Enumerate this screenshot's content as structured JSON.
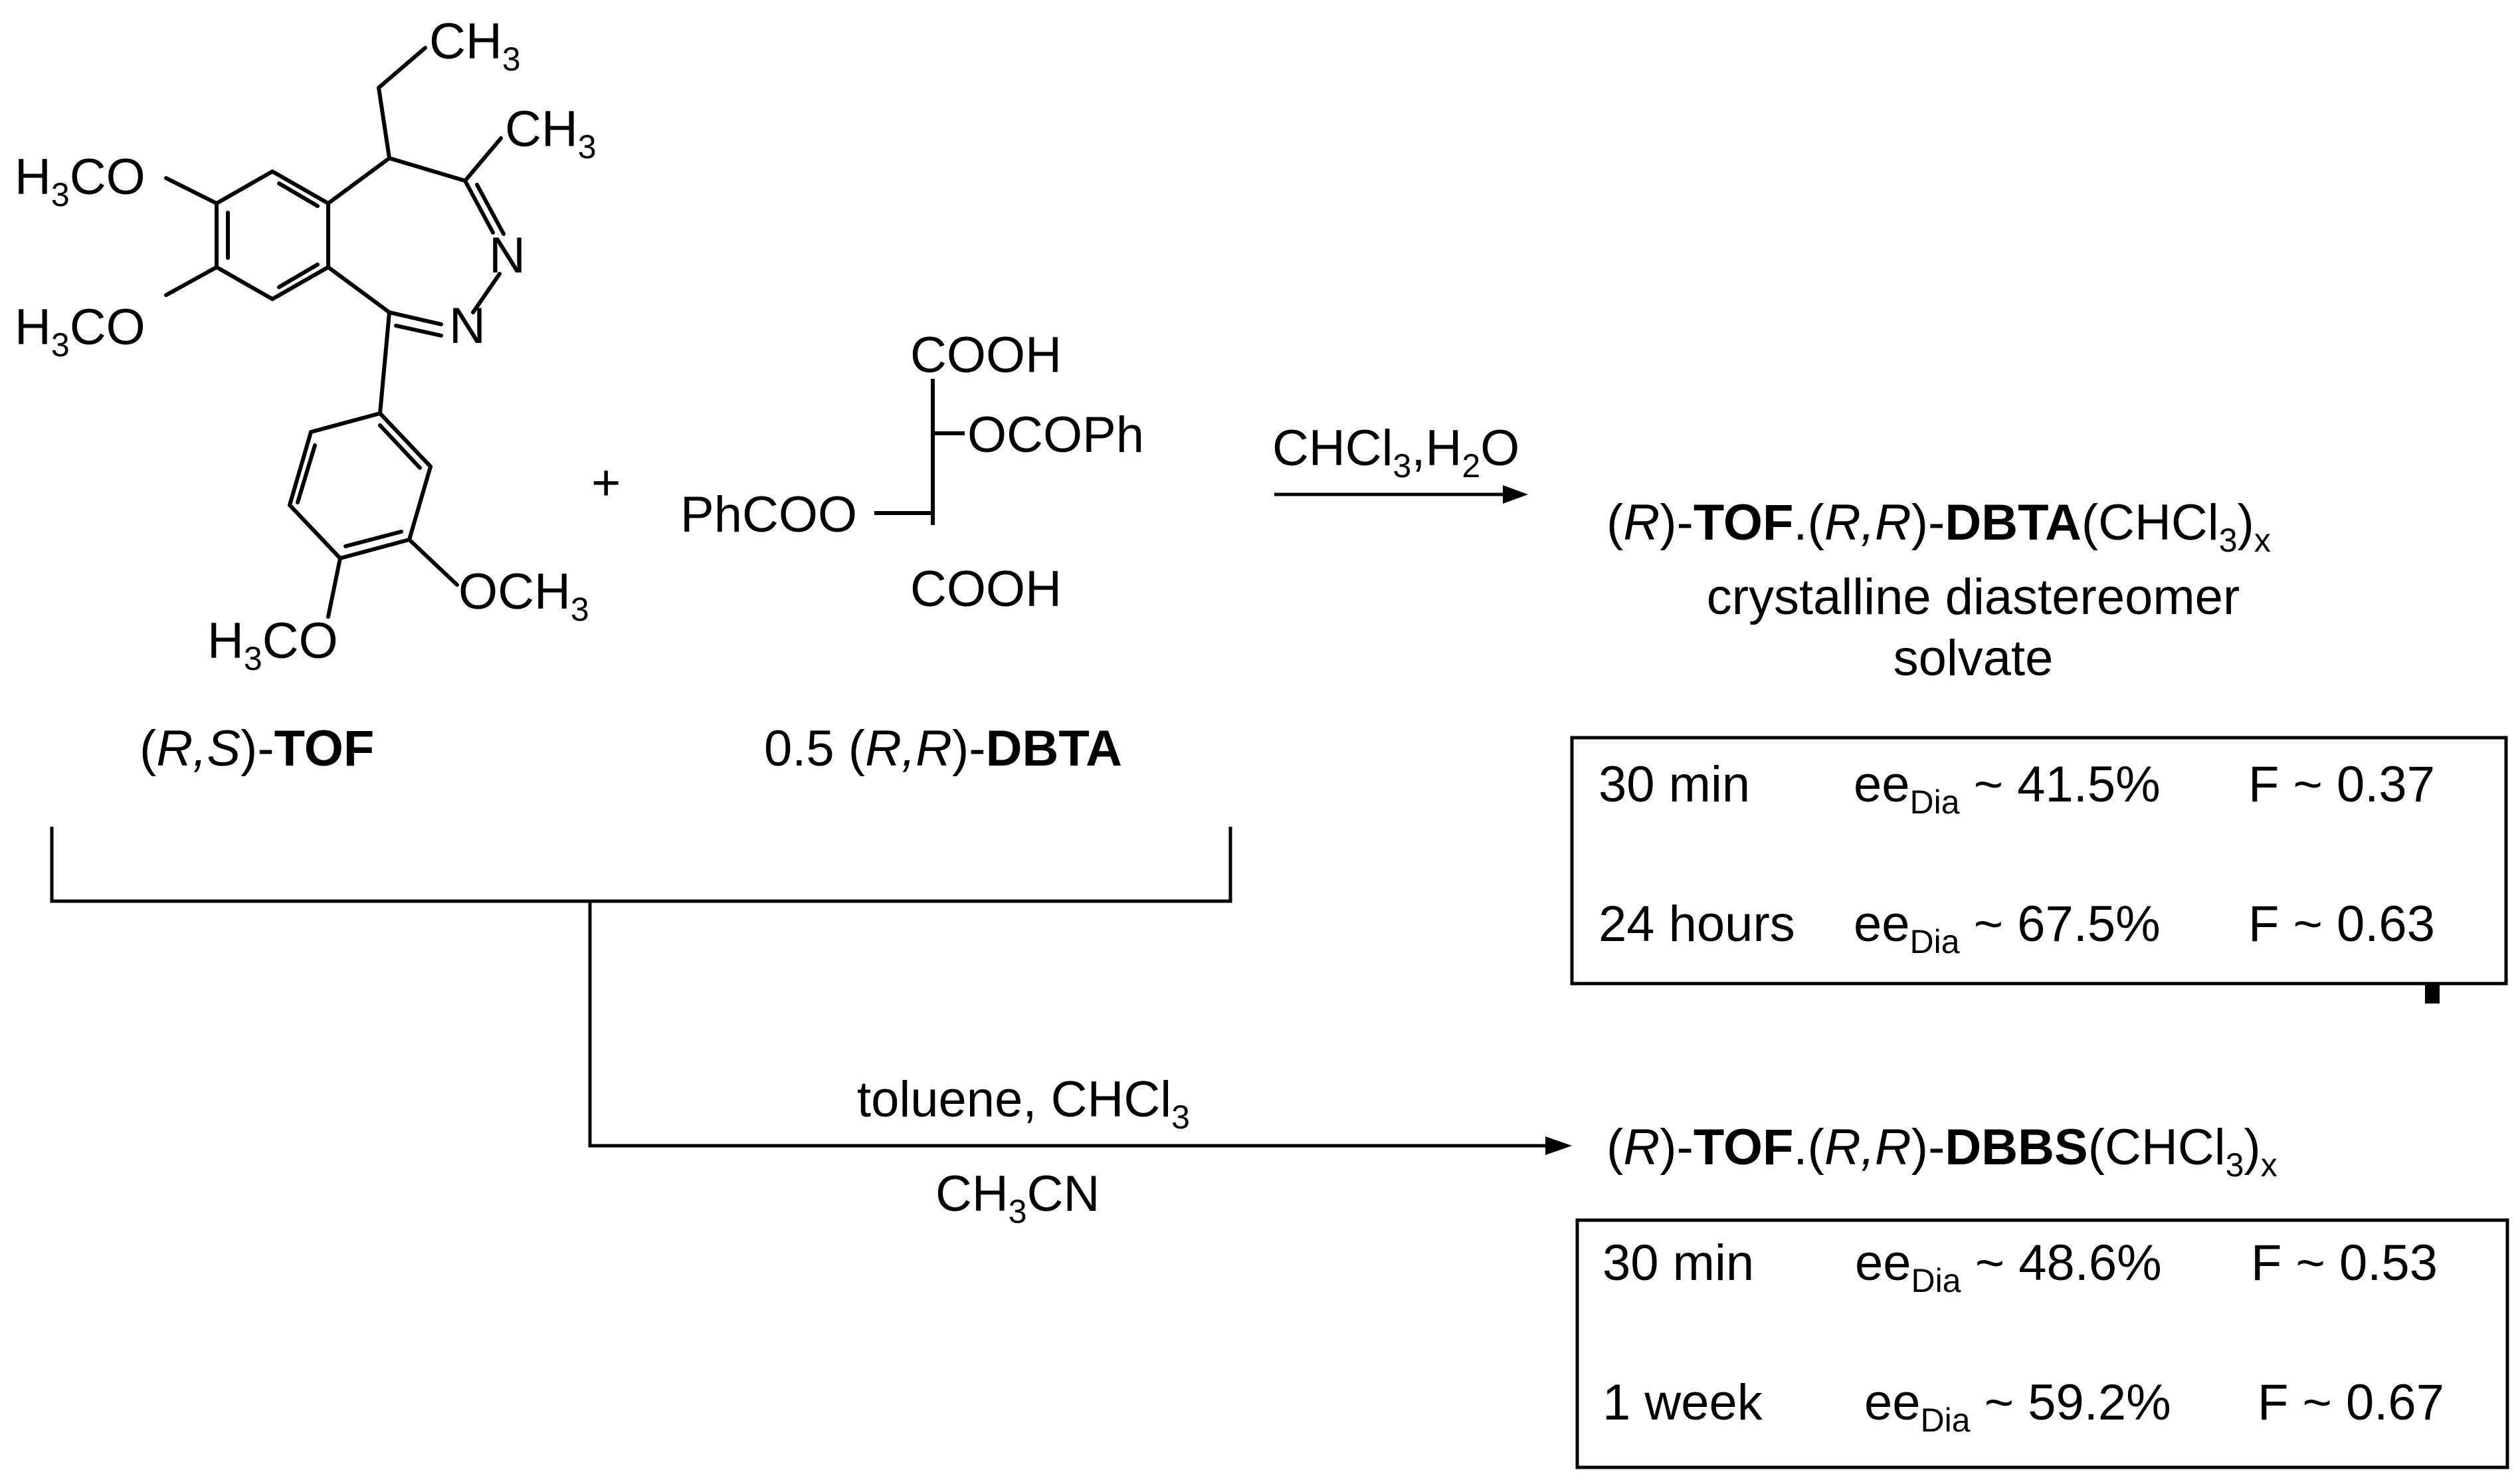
{
  "tof_structure": {
    "ch3_top": "CH",
    "ch3_top_sub": "3",
    "ch3_right": "CH",
    "ch3_right_sub": "3",
    "h3co_1": "H",
    "h3co_1_sub": "3",
    "h3co_1_tail": "CO",
    "h3co_2": "H",
    "h3co_2_sub": "3",
    "h3co_2_tail": "CO",
    "n_upper": "N",
    "n_lower": "N",
    "och3": "OCH",
    "och3_sub": "3",
    "h3co_3": "H",
    "h3co_3_sub": "3",
    "h3co_3_tail": "CO",
    "label_prefix": "(",
    "label_r": "R",
    "label_comma": ",",
    "label_s": "S",
    "label_close": ")-",
    "label_name": "TOF"
  },
  "plus_sign": "+",
  "dbta_structure": {
    "cooh_top": "COOH",
    "ocoph": "OCOPh",
    "phcoo": "PhCOO",
    "cooh_bottom": "COOH",
    "label_coef": "0.5 (",
    "label_r1": "R",
    "label_comma": ",",
    "label_r2": "R",
    "label_close": ")-",
    "label_name": "DBTA"
  },
  "reaction1": {
    "conditions": "CHCl",
    "conditions_sub1": "3",
    "conditions_mid": ",H",
    "conditions_sub2": "2",
    "conditions_tail": "O",
    "product_open": "(",
    "product_r": "R",
    "product_dash": ")-",
    "product_tof": "TOF",
    "product_dot": ".(",
    "product_r1": "R",
    "product_comma": ",",
    "product_r2": "R",
    "product_dash2": ")-",
    "product_dbta": "DBTA",
    "product_solv": "(CHCl",
    "product_solv_sub": "3",
    "product_solv_close": ")",
    "product_solv_x": "x",
    "desc_line1": "crystalline diastereomer",
    "desc_line2": "solvate",
    "table": [
      {
        "time": "30 min",
        "ee_prefix": "ee",
        "ee_sub": "Dia",
        "ee_value": " ~ 41.5%",
        "f": "F ~ 0.37"
      },
      {
        "time": "24 hours",
        "ee_prefix": "ee",
        "ee_sub": "Dia",
        "ee_value": " ~ 67.5%",
        "f": "F ~ 0.63"
      }
    ]
  },
  "reaction2": {
    "conditions_top": "toluene, CHCl",
    "conditions_top_sub": "3",
    "conditions_bottom_a": "CH",
    "conditions_bottom_sub": "3",
    "conditions_bottom_b": "CN",
    "product_open": "(",
    "product_r": "R",
    "product_dash": ")-",
    "product_tof": "TOF",
    "product_dot": ".(",
    "product_r1": "R",
    "product_comma": ",",
    "product_r2": "R",
    "product_dash2": ")-",
    "product_dbbs": "DBBS",
    "product_solv": "(CHCl",
    "product_solv_sub": "3",
    "product_solv_close": ")",
    "product_solv_x": "x",
    "table": [
      {
        "time": "30 min",
        "ee_prefix": "ee",
        "ee_sub": "Dia",
        "ee_value": " ~ 48.6%",
        "f": "F ~ 0.53"
      },
      {
        "time": "1 week",
        "ee_prefix": "ee",
        "ee_sub": "Dia",
        "ee_value": " ~ 59.2%",
        "f": "F ~ 0.67"
      }
    ]
  }
}
